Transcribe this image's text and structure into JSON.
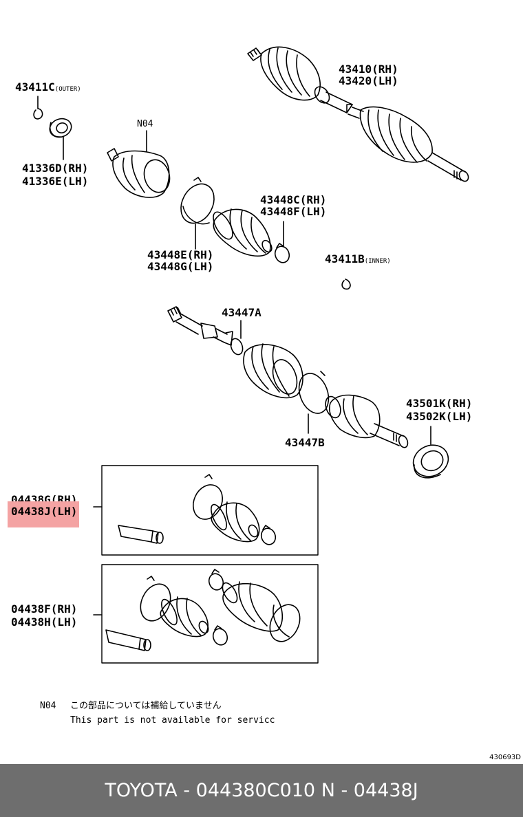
{
  "labels": {
    "outer_clip": "43411C",
    "outer_clip_note": "(OUTER)",
    "n04": "N04",
    "shaft_rh": "43410(RH)",
    "shaft_lh": "43420(LH)",
    "joint_rh": "41336D(RH)",
    "joint_lh": "41336E(LH)",
    "band_c_rh": "43448C(RH)",
    "band_c_lh": "43448F(LH)",
    "band_e_rh": "43448E(RH)",
    "band_e_lh": "43448G(LH)",
    "inner_clip": "43411B",
    "inner_clip_note": "(INNER)",
    "boot_clamp_a": "43447A",
    "boot_clamp_b": "43447B",
    "dust_rh": "43501K(RH)",
    "dust_lh": "43502K(LH)",
    "kit_g_rh": "04438G(RH)",
    "kit_j_lh": "04438J(LH)",
    "kit_f_rh": "04438F(RH)",
    "kit_h_lh": "04438H(LH)"
  },
  "note": {
    "code": "N04",
    "japanese": "この部品については補給していません",
    "english": "This part is not available for servicc"
  },
  "diagram_code": "430693D",
  "footer": {
    "text": "TOYOTA - 044380C010     N - 04438J"
  },
  "highlight_color": "#f4a3a3"
}
